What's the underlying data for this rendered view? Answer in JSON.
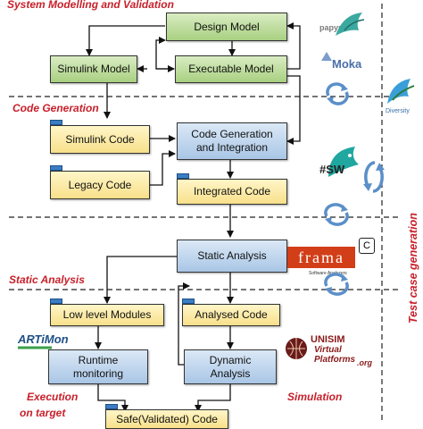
{
  "sections": {
    "modelling": "System Modelling and Validation",
    "codegen": "Code Generation",
    "static": "Static Analysis",
    "execution_line1": "Execution",
    "execution_line2": "on target",
    "simulation": "Simulation",
    "test_case": "Test case generation"
  },
  "boxes": {
    "design_model": "Design Model",
    "simulink_model": "Simulink Model",
    "executable_model": "Executable Model",
    "simulink_code": "Simulink Code",
    "legacy_code": "Legacy Code",
    "codegen_line1": "Code Generation",
    "codegen_line2": "and Integration",
    "integrated_code": "Integrated Code",
    "static_analysis": "Static Analysis",
    "low_level_modules": "Low level Modules",
    "analysed_code": "Analysed Code",
    "runtime_line1": "Runtime",
    "runtime_line2": "monitoring",
    "dynamic_line1": "Dynamic",
    "dynamic_line2": "Analysis",
    "safe_code": "Safe(Validated) Code"
  },
  "logos": {
    "papyrus": "papyrus",
    "moka": "Moka",
    "diversity": "Diversity",
    "sw": "#SW",
    "frama": "frama",
    "frama_c": "C",
    "frama_sub": "Software Analyzers",
    "artimon": "ARTiMon",
    "unisim_1": "UNISIM",
    "unisim_2": "Virtual",
    "unisim_3": "Platforms",
    "unisim_4": ".org"
  },
  "colors": {
    "accent_red": "#c8202a",
    "model_green": "#a8d081",
    "process_blue": "#a9c6e6",
    "artifact_yellow": "#f8e08a",
    "cycle_blue": "#5b8fc9"
  }
}
